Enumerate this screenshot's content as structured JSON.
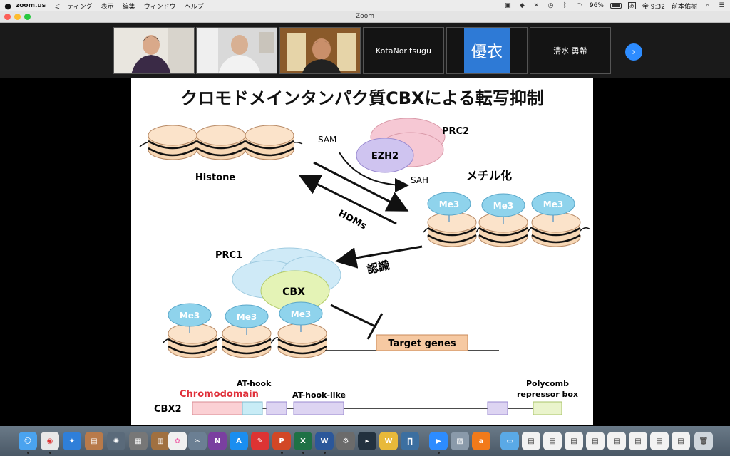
{
  "menubar": {
    "app_name": "zoom.us",
    "menus": [
      "ミーティング",
      "表示",
      "編集",
      "ウィンドウ",
      "ヘルプ"
    ],
    "battery": "96%",
    "clock": "金 9:32",
    "user": "前本佑樹"
  },
  "window": {
    "title": "Zoom"
  },
  "participants": [
    {
      "type": "video"
    },
    {
      "type": "video"
    },
    {
      "type": "video"
    },
    {
      "type": "name",
      "label": "KotaNoritsugu"
    },
    {
      "type": "avatar",
      "label": "優衣"
    },
    {
      "type": "name",
      "label": "清水 勇希"
    }
  ],
  "slide": {
    "title": "クロモドメインタンパク質CBXによる転写抑制",
    "labels": {
      "histone": "Histone",
      "sam": "SAM",
      "sah": "SAH",
      "prc2": "PRC2",
      "ezh2": "EZH2",
      "methylation": "メチル化",
      "hdms": "HDMs",
      "me3": "Me3",
      "prc1": "PRC1",
      "cbx": "CBX",
      "recognition": "認識",
      "target": "Target genes",
      "chromodomain": "Chromodomain",
      "athook": "AT-hook",
      "athooklike": "AT-hook-like",
      "polycomb1": "Polycomb",
      "polycomb2": "repressor box",
      "cbx2": "CBX2"
    }
  },
  "colors": {
    "zoom_blue": "#2d8cff",
    "chromodomain_red": "#e0303a",
    "nucleosome": "#f7d7b5",
    "me3_blue": "#8fd3ec",
    "ezh2_purple": "#cfc4f0",
    "cbx_green": "#e4f3b6",
    "prc1_blue": "#cfeaf7",
    "target_fill": "#f6c9a2"
  }
}
